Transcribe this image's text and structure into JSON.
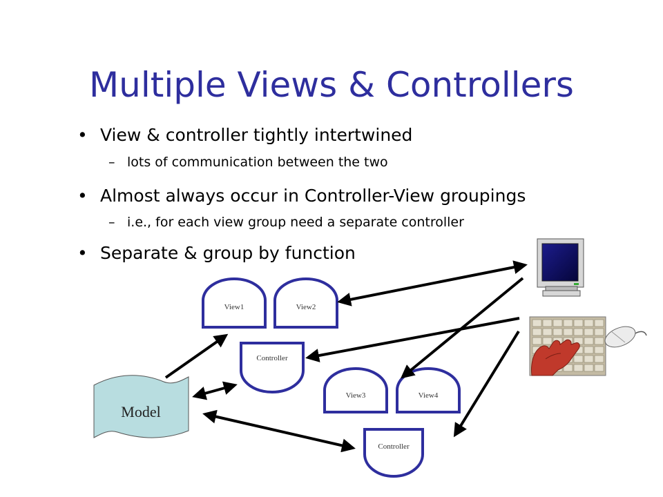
{
  "slide": {
    "title": "Multiple Views & Controllers",
    "bullets": [
      {
        "text": "View & controller tightly intertwined",
        "sub": "lots of communication between the two"
      },
      {
        "text": "Almost always occur in Controller-View groupings",
        "sub": "i.e., for each view group need a separate controller"
      },
      {
        "text": "Separate & group by function",
        "sub": ""
      }
    ]
  },
  "diagram": {
    "model_label": "Model",
    "group1": {
      "view_a": "View1",
      "view_b": "View2",
      "controller": "Controller"
    },
    "group2": {
      "view_a": "View3",
      "view_b": "View4",
      "controller": "Controller"
    },
    "icons": [
      "monitor-icon",
      "keyboard-icon",
      "mouse-icon",
      "hand-icon"
    ],
    "colors": {
      "title": "#2e2e9e",
      "shape_stroke": "#2e2e9e",
      "model_fill": "#b8dde0",
      "screen": "#0a0a6e"
    }
  }
}
